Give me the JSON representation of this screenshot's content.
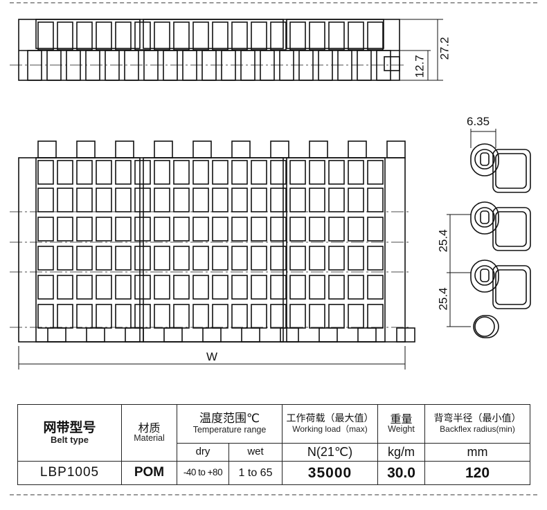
{
  "dimensions": {
    "total_height": "27.2",
    "pin_height": "12.7",
    "pitch_offset": "6.35",
    "pitch_1": "25.4",
    "pitch_2": "25.4",
    "width": "W"
  },
  "table": {
    "belt_type_zh": "网带型号",
    "belt_type_en": "Belt type",
    "material_zh": "材质",
    "material_en": "Material",
    "temp_zh": "温度范围℃",
    "temp_en": "Temperature range",
    "temp_dry": "dry",
    "temp_wet": "wet",
    "load_zh": "工作荷载（最大值）",
    "load_en": "Working load（max)",
    "load_unit": "N(21℃)",
    "weight_zh": "重量",
    "weight_en": "Weight",
    "weight_unit": "kg/m",
    "radius_zh": "背弯半径（最小值）",
    "radius_en": "Backflex radius(min)",
    "radius_unit": "mm",
    "row": {
      "model": "LBP1005",
      "material": "POM",
      "dry": "-40 to +80",
      "wet": "1 to 65",
      "load": "35000",
      "weight": "30.0",
      "radius": "120"
    }
  }
}
